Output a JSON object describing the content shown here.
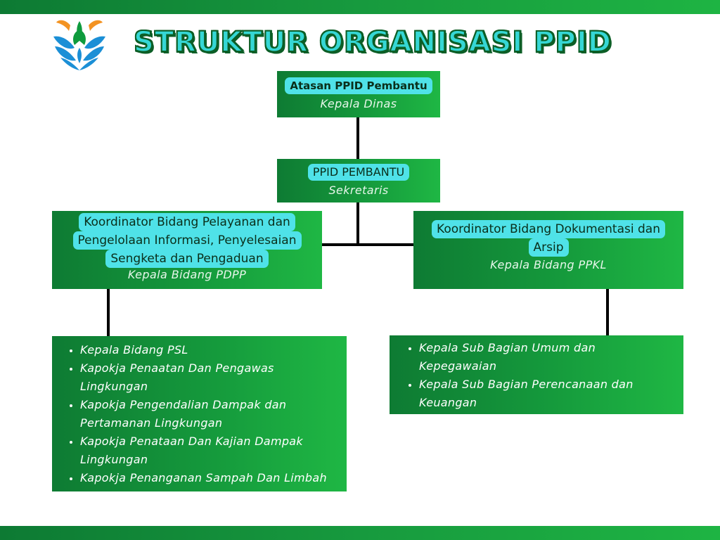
{
  "title": "STRUKTUR ORGANISASI PPID",
  "logo": {
    "icon": "dlh-logo-icon",
    "colors": [
      "#f39322",
      "#1b8fd6",
      "#0e9b3d"
    ]
  },
  "colors": {
    "accent_band": "#159a3c",
    "box_gradient_start": "#0e7b33",
    "box_gradient_end": "#1fb744",
    "pill": "#4fe2e8",
    "title_fill": "#35d7d5",
    "title_outline": "#0c5e26"
  },
  "atasan": {
    "role": "Atasan PPID Pembantu",
    "position": "Kepala Dinas"
  },
  "ppid": {
    "role": "PPID PEMBANTU",
    "position": "Sekretaris"
  },
  "koordinator_left": {
    "role_lines": [
      "Koordinator Bidang Pelayanan dan",
      "Pengelolaan Informasi, Penyelesaian",
      "Sengketa dan Pengaduan"
    ],
    "position": "Kepala Bidang PDPP"
  },
  "koordinator_right": {
    "role_lines": [
      "Koordinator Bidang Dokumentasi dan",
      "Arsip"
    ],
    "position": "Kepala Bidang PPKL"
  },
  "members_left": [
    "Kepala Bidang PSL",
    "Kapokja Penaatan Dan Pengawas Lingkungan",
    "Kapokja Pengendalian Dampak dan Pertamanan Lingkungan",
    "Kapokja Penataan Dan Kajian Dampak Lingkungan",
    "Kapokja Penanganan Sampah Dan Limbah"
  ],
  "members_right": [
    "Kepala Sub Bagian Umum dan Kepegawaian",
    "Kepala Sub Bagian Perencanaan dan Keuangan"
  ]
}
